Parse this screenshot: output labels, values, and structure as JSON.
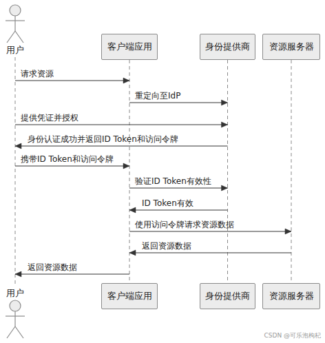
{
  "diagram": {
    "nodes": [
      {
        "text": [
          "用户"
        ]
      },
      {
        "text": [
          "客户端应用"
        ]
      },
      {
        "text": [
          "身份提供商"
        ]
      },
      {
        "text": [
          "资源服务器"
        ]
      },
      {
        "text": [
          "用户"
        ]
      },
      {
        "text": [
          "客户端应用"
        ]
      },
      {
        "text": [
          "身份提供商"
        ]
      },
      {
        "text": [
          "资源服务器"
        ]
      }
    ],
    "edges": [
      {
        "from": 0,
        "to": 4,
        "arrow": "none"
      },
      {
        "from": 1,
        "to": 5,
        "arrow": "none"
      },
      {
        "from": 2,
        "to": 6,
        "arrow": "none"
      },
      {
        "from": 3,
        "to": 7,
        "arrow": "none"
      },
      {
        "from": 0,
        "to": 1,
        "label": "请求资源",
        "arrow": "to"
      },
      {
        "from": 1,
        "to": 2,
        "label": "重定向至IdP",
        "arrow": "to"
      },
      {
        "from": 0,
        "to": 2,
        "label": "提供凭证并授权",
        "arrow": "to"
      },
      {
        "from": 2,
        "to": 0,
        "label": "身份认证成功并返回ID Token和访问令牌",
        "arrow": "to"
      },
      {
        "from": 0,
        "to": 1,
        "label": "携带ID Token和访问令牌",
        "arrow": "to"
      },
      {
        "from": 1,
        "to": 2,
        "label": "验证ID Token有效性",
        "arrow": "to"
      },
      {
        "from": 2,
        "to": 1,
        "label": "ID Token有效",
        "arrow": "to"
      },
      {
        "from": 1,
        "to": 3,
        "label": "使用访问令牌请求资源数据",
        "arrow": "to"
      },
      {
        "from": 3,
        "to": 1,
        "label": "返回资源数据",
        "arrow": "to"
      },
      {
        "from": 1,
        "to": 0,
        "label": "返回资源数据",
        "arrow": "to"
      }
    ],
    "labels": [
      "CSDN @可乐泡枸杞"
    ]
  }
}
